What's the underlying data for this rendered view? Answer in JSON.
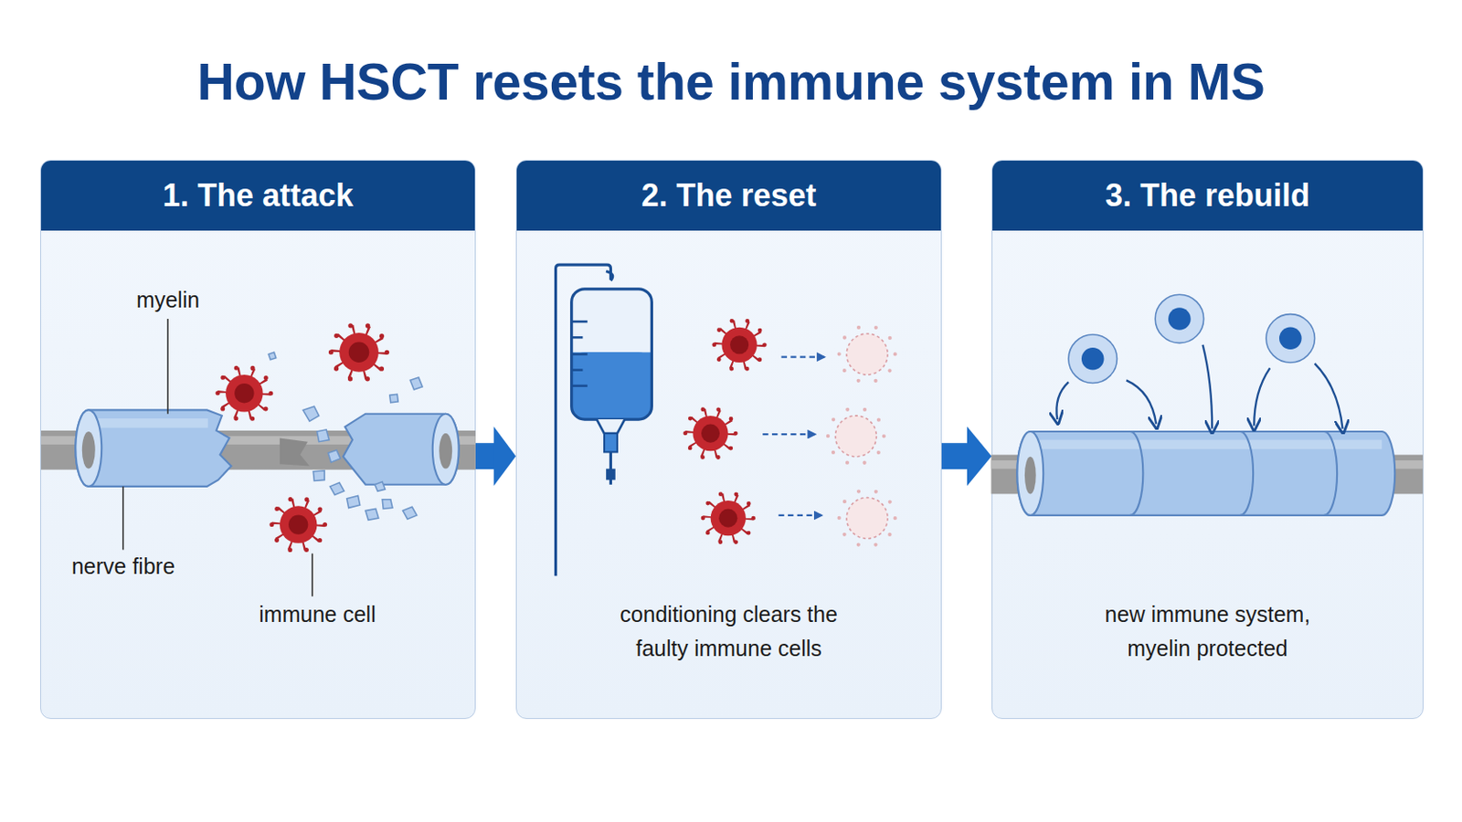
{
  "diagram": {
    "title": "How HSCT resets the immune system in MS",
    "nodes": [
      {
        "text": [
          "1. The attack"
        ]
      },
      {
        "text": [
          "2. The reset",
          "conditioning clears the faulty immune cells"
        ]
      },
      {
        "text": [
          "3. The rebuild",
          "new immune system, myelin protected"
        ]
      }
    ],
    "edges": [
      {
        "from": 0,
        "to": 1,
        "arrow": "to"
      },
      {
        "from": 1,
        "to": 2,
        "arrow": "to"
      }
    ],
    "labels": [
      "myelin",
      "nerve fibre",
      "immune cell"
    ]
  }
}
